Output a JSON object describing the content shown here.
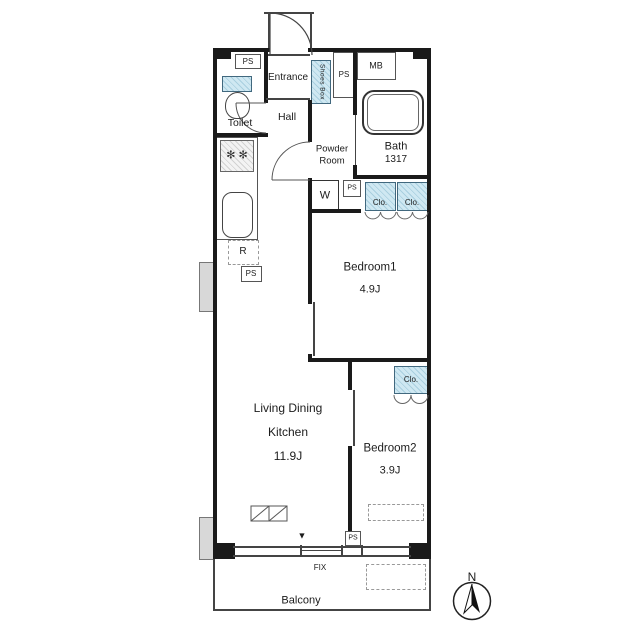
{
  "colors": {
    "wall": "#1a1a1a",
    "closet_blue": "#cfe8f2",
    "closet_stripe": "#a9cfdf",
    "pillar_gray": "#d8d8d8"
  },
  "plan": {
    "toilet": {
      "ps": "PS",
      "label": "Toilet"
    },
    "entrance": {
      "label": "Entrance",
      "shoes_box": "Shoes Box",
      "ps": "PS"
    },
    "hall": {
      "label": "Hall"
    },
    "meter_box": {
      "label": "MB"
    },
    "bath": {
      "label": "Bath",
      "size": "1317"
    },
    "powder_room": {
      "line1": "Powder",
      "line2": "Room",
      "washer": "W",
      "ps": "PS"
    },
    "bedroom1": {
      "label": "Bedroom1",
      "size": "4.9J",
      "closet1": "Clo.",
      "closet2": "Clo."
    },
    "kitchen": {
      "stove_symbol": "✻ ✻",
      "fridge": "R",
      "ps": "PS"
    },
    "ldk": {
      "line1": "Living Dining",
      "line2": "Kitchen",
      "size": "11.9J",
      "window_marker": "▼"
    },
    "bedroom2": {
      "label": "Bedroom2",
      "size": "3.9J",
      "closet": "Clo.",
      "ps": "PS"
    },
    "balcony": {
      "label": "Balcony",
      "fix": "FIX"
    },
    "compass": {
      "label": "N"
    }
  }
}
